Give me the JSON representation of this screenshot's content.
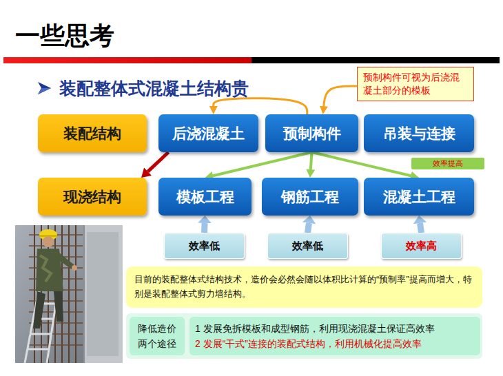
{
  "diagram": {
    "title": "一些思考",
    "nodes": [
      {
        "text": [
          "预制构件可视为后浇混凝土部分的模板"
        ]
      },
      {
        "text": [
          "装配结构"
        ]
      },
      {
        "text": [
          "后浇混凝土"
        ]
      },
      {
        "text": [
          "预制构件"
        ]
      },
      {
        "text": [
          "吊装与连接"
        ]
      },
      {
        "text": [
          "效率提高"
        ]
      },
      {
        "text": [
          "现浇结构"
        ]
      },
      {
        "text": [
          "模板工程"
        ]
      },
      {
        "text": [
          "钢筋工程"
        ]
      },
      {
        "text": [
          "混凝土工程"
        ]
      },
      {
        "text": [
          "效率低"
        ]
      },
      {
        "text": [
          "效率低"
        ]
      },
      {
        "text": [
          "效率高"
        ]
      },
      {
        "text": [
          "目前的装配整体式结构技术，造价会必然会随以体积比计算的“预制率”提高而增大，特别是装配整体式剪力墙结构。"
        ]
      },
      {
        "text": [
          "降低造价两个途径"
        ]
      },
      {
        "text": [
          "1 发展免拆模板和成型钢筋，利用现浇混凝土保证高效率",
          "2 发展“干式”连接的装配式结构，利用机械化提高效率"
        ]
      }
    ],
    "edges": [
      {
        "from": 0,
        "to": 3,
        "arrow": "to"
      },
      {
        "from": 3,
        "to": 2,
        "arrow": "to"
      },
      {
        "from": 2,
        "to": 6,
        "arrow": "to"
      },
      {
        "from": 3,
        "to": 7,
        "arrow": "to"
      },
      {
        "from": 3,
        "to": 8,
        "arrow": "to"
      },
      {
        "from": 3,
        "to": 9,
        "arrow": "to"
      },
      {
        "from": 10,
        "to": 7,
        "arrow": "to"
      },
      {
        "from": 11,
        "to": 8,
        "arrow": "to"
      },
      {
        "from": 12,
        "to": 9,
        "arrow": "to"
      }
    ],
    "labels": [
      "装配整体式混凝土结构贵"
    ]
  }
}
